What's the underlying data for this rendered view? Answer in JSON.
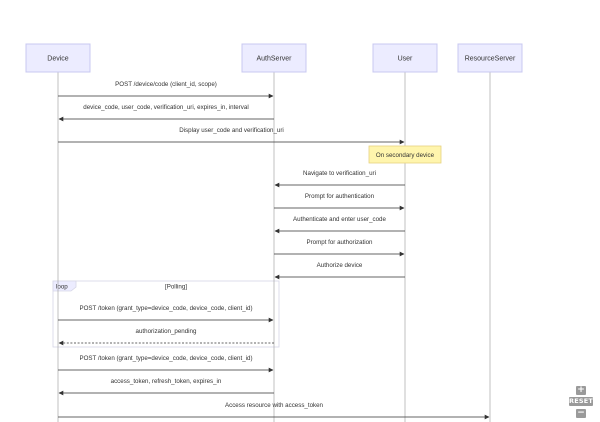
{
  "diagram": {
    "type": "sequence",
    "actors": [
      "Device",
      "AuthServer",
      "User",
      "ResourceServer"
    ],
    "note": {
      "text": "On secondary device",
      "over": "User"
    },
    "loop": {
      "label": "loop",
      "condition": "[Polling]"
    },
    "messages": [
      {
        "from": "Device",
        "to": "AuthServer",
        "text": "POST /device/code (client_id, scope)",
        "style": "solid"
      },
      {
        "from": "AuthServer",
        "to": "Device",
        "text": "device_code, user_code, verification_uri, expires_in, interval",
        "style": "solid"
      },
      {
        "from": "Device",
        "to": "User",
        "text": "Display user_code and verification_uri",
        "style": "solid"
      },
      {
        "from": "User",
        "to": "AuthServer",
        "text": "Navigate to verification_uri",
        "style": "solid"
      },
      {
        "from": "AuthServer",
        "to": "User",
        "text": "Prompt for authentication",
        "style": "solid"
      },
      {
        "from": "User",
        "to": "AuthServer",
        "text": "Authenticate and enter user_code",
        "style": "solid"
      },
      {
        "from": "AuthServer",
        "to": "User",
        "text": "Prompt for authorization",
        "style": "solid"
      },
      {
        "from": "User",
        "to": "AuthServer",
        "text": "Authorize device",
        "style": "solid"
      },
      {
        "from": "Device",
        "to": "AuthServer",
        "text": "POST /token (grant_type=device_code, device_code, client_id)",
        "style": "solid"
      },
      {
        "from": "AuthServer",
        "to": "Device",
        "text": "authorization_pending",
        "style": "dotted"
      },
      {
        "from": "Device",
        "to": "AuthServer",
        "text": "POST /token (grant_type=device_code, device_code, client_id)",
        "style": "solid"
      },
      {
        "from": "AuthServer",
        "to": "Device",
        "text": "access_token, refresh_token, expires_in",
        "style": "solid"
      },
      {
        "from": "Device",
        "to": "ResourceServer",
        "text": "Access resource with access_token",
        "style": "solid"
      }
    ]
  },
  "controls": {
    "zoom_in": "+",
    "reset": "RESET",
    "zoom_out": "−"
  }
}
